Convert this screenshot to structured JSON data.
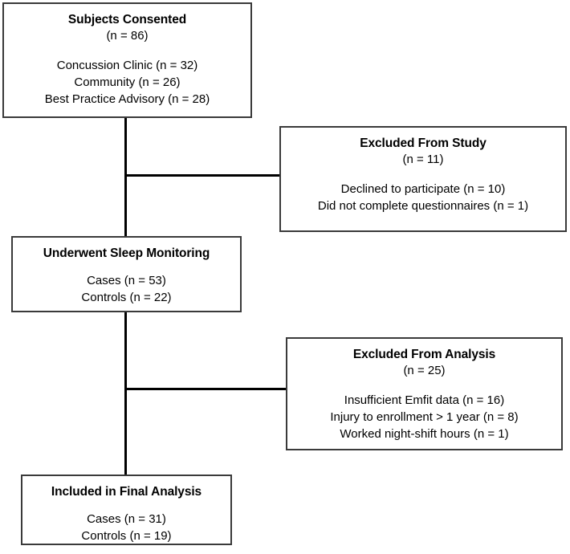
{
  "diagram": {
    "type": "study-flow-diagram",
    "boxes": [
      {
        "id": "subjects-consented",
        "title": "Subjects Consented",
        "count": "(n = 86)",
        "details": [
          "Concussion Clinic (n = 32)",
          "Community (n = 26)",
          "Best Practice Advisory (n = 28)"
        ]
      },
      {
        "id": "excluded-from-study",
        "title": "Excluded From Study",
        "count": "(n = 11)",
        "details": [
          "Declined to participate (n = 10)",
          "Did not complete questionnaires (n = 1)"
        ]
      },
      {
        "id": "underwent-sleep-monitoring",
        "title": "Underwent Sleep Monitoring",
        "count": "",
        "details": [
          "Cases (n = 53)",
          "Controls (n = 22)"
        ]
      },
      {
        "id": "excluded-from-analysis",
        "title": "Excluded From Analysis",
        "count": "(n = 25)",
        "details": [
          "Insufficient Emfit data (n = 16)",
          "Injury to enrollment > 1 year (n = 8)",
          "Worked night-shift hours (n = 1)"
        ]
      },
      {
        "id": "included-in-final-analysis",
        "title": "Included in Final Analysis",
        "count": "",
        "details": [
          "Cases (n = 31)",
          "Controls (n = 19)"
        ]
      }
    ],
    "colors": {
      "box_border": "#3a3a3a",
      "connector": "#000000",
      "text": "#000000",
      "background": "#ffffff"
    }
  }
}
